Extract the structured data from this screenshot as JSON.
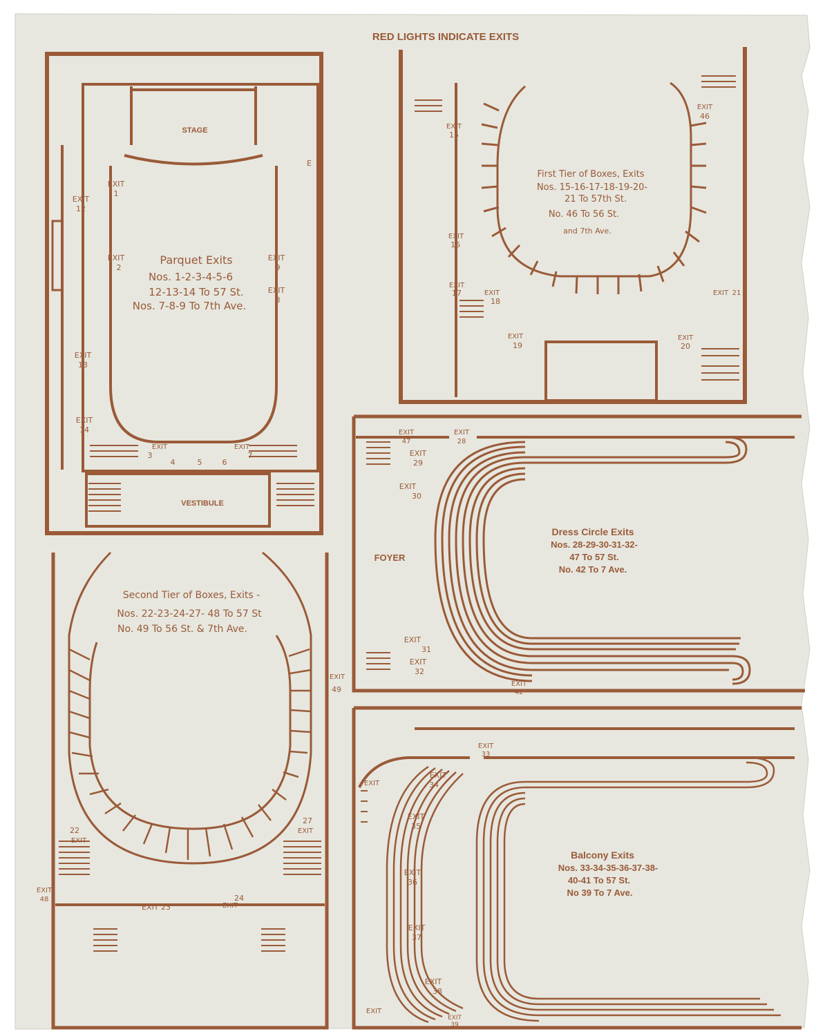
{
  "header": "RED LIGHTS INDICATE EXITS",
  "colors": {
    "ink": "#9a5a38",
    "paper": "#e7e7df",
    "background": "#ffffff"
  },
  "parquet": {
    "stage": "STAGE",
    "vestibule": "VESTIBULE",
    "title": "Parquet Exits",
    "line1": "Nos. 1-2-3-4-5-6",
    "line2": "12-13-14 To 57 St.",
    "line3": "Nos. 7-8-9 To 7th Ave.",
    "exit1": "1",
    "exit2": "2",
    "exit3": "3",
    "exit7": "7",
    "exit8": "8",
    "exit9": "9",
    "exit12": "12",
    "exit13": "13",
    "exit14": "14",
    "ex4": "4",
    "ex5": "5",
    "ex6": "6",
    "e_label": "E"
  },
  "first_tier": {
    "title": "First Tier of Boxes, Exits",
    "line1": "Nos. 15-16-17-18-19-20-",
    "line2": "21 To 57th St.",
    "line3": "No. 46 To 56 St.",
    "line4": "and 7th Ave.",
    "exit15": "15",
    "exit16": "16",
    "exit17": "17",
    "exit18": "18",
    "exit19": "19",
    "exit20": "20",
    "exit21": "21",
    "exit46": "46"
  },
  "dress_circle": {
    "foyer": "FOYER",
    "title": "Dress Circle Exits",
    "line1": "Nos. 28-29-30-31-32-",
    "line2": "47 To 57 St.",
    "line3": "No. 42 To 7 Ave.",
    "exit28": "28",
    "exit29": "29",
    "exit30": "30",
    "exit31": "31",
    "exit32": "32",
    "exit42": "42",
    "exit47": "47"
  },
  "second_tier": {
    "title": "Second Tier of Boxes, Exits -",
    "line1": "Nos. 22-23-24-27- 48 To 57 St",
    "line2": "No. 49 To 56 St. & 7th Ave.",
    "exit22": "22",
    "exit23": "EXIT 23",
    "exit24": "24",
    "exit27": "27",
    "exit48": "48",
    "exit49": "49"
  },
  "balcony": {
    "title": "Balcony Exits",
    "line1": "Nos. 33-34-35-36-37-38-",
    "line2": "40-41 To 57 St.",
    "line3": "No 39 To 7 Ave.",
    "exit33": "33",
    "exit34": "34",
    "exit35": "35",
    "exit36": "36",
    "exit37": "37",
    "exit38": "38",
    "exit39": "39"
  },
  "exit_word": "EXIT"
}
